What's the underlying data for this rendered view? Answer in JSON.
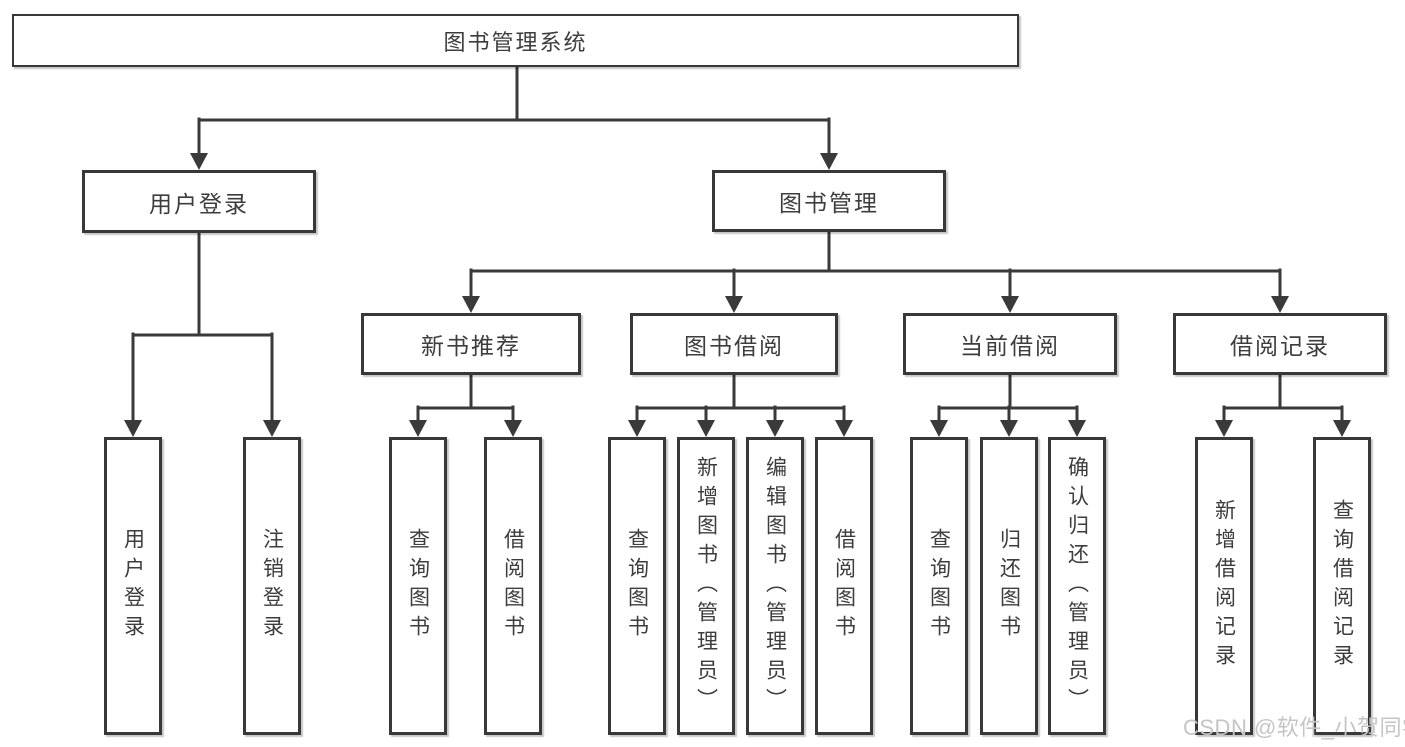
{
  "diagram": {
    "title": "图书管理系统",
    "tree": {
      "root": {
        "label": "图书管理系统"
      },
      "level2": [
        {
          "label": "用户登录"
        },
        {
          "label": "图书管理"
        }
      ],
      "level3": [
        {
          "label": "新书推荐",
          "parent": "图书管理"
        },
        {
          "label": "图书借阅",
          "parent": "图书管理"
        },
        {
          "label": "当前借阅",
          "parent": "图书管理"
        },
        {
          "label": "借阅记录",
          "parent": "图书管理"
        }
      ],
      "leaves": [
        {
          "label": "用户登录",
          "parent": "用户登录"
        },
        {
          "label": "注销登录",
          "parent": "用户登录"
        },
        {
          "label": "查询图书",
          "parent": "新书推荐"
        },
        {
          "label": "借阅图书",
          "parent": "新书推荐"
        },
        {
          "label": "查询图书",
          "parent": "图书借阅"
        },
        {
          "label": "新增图书（管理员）",
          "parent": "图书借阅"
        },
        {
          "label": "编辑图书（管理员）",
          "parent": "图书借阅"
        },
        {
          "label": "借阅图书",
          "parent": "图书借阅"
        },
        {
          "label": "查询图书",
          "parent": "当前借阅"
        },
        {
          "label": "归还图书",
          "parent": "当前借阅"
        },
        {
          "label": "确认归还（管理员）",
          "parent": "当前借阅"
        },
        {
          "label": "新增借阅记录",
          "parent": "借阅记录"
        },
        {
          "label": "查询借阅记录",
          "parent": "借阅记录"
        }
      ]
    },
    "colors": {
      "line": "#3a3a3a",
      "box_border": "#383838",
      "text": "#3d3d3d",
      "background": "#ffffff",
      "watermark": "#c5c5c5"
    }
  },
  "watermark": "CSDN @软件_小贺同学"
}
